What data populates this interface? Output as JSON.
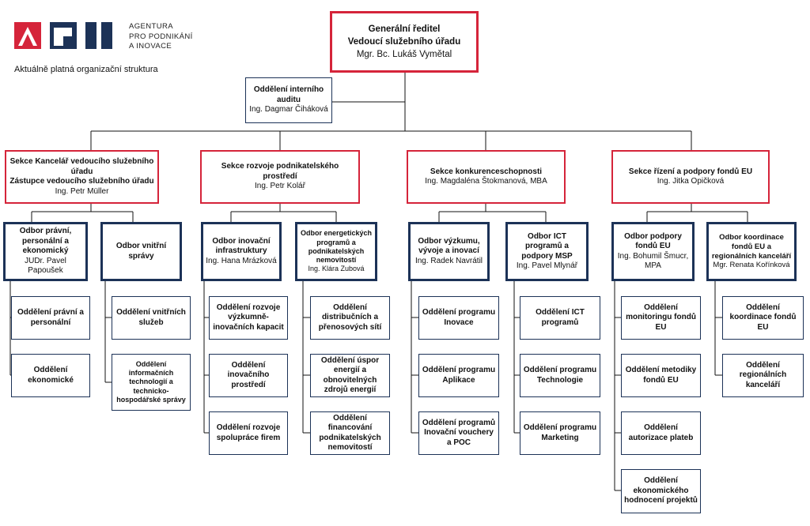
{
  "header": {
    "agency_lines": [
      "AGENTURA",
      "PRO PODNIKÁNÍ",
      "A INOVACE"
    ],
    "subtitle": "Aktuálně platná organizační struktura"
  },
  "colors": {
    "section_red": "#d5243a",
    "navy": "#1c3257"
  },
  "director": {
    "title": "Generální ředitel",
    "title2": "Vedoucí služebního úřadu",
    "person": "Mgr. Bc. Lukáš Vymětal"
  },
  "audit": {
    "title": "Oddělení interního auditu",
    "person": "Ing. Dagmar Čiháková"
  },
  "sections": [
    {
      "title": "Sekce Kancelář vedoucího služebního úřadu",
      "title2": "Zástupce vedoucího služebního úřadu",
      "person": "Ing. Petr Müller"
    },
    {
      "title": "Sekce rozvoje podnikatelského prostředí",
      "person": "Ing. Petr Kolář"
    },
    {
      "title": "Sekce konkurenceschopnosti",
      "person": "Ing. Magdaléna Štokmanová, MBA"
    },
    {
      "title": "Sekce řízení a podpory fondů EU",
      "person": "Ing. Jitka Opičková"
    }
  ],
  "departments": [
    {
      "title": "Odbor právní, personální a ekonomický",
      "person": "JUDr. Pavel Papoušek"
    },
    {
      "title": "Odbor vnitřní správy",
      "person": ""
    },
    {
      "title": "Odbor inovační infrastruktury",
      "person": "Ing. Hana Mrázková"
    },
    {
      "title": "Odbor energetických programů a podnikatelských nemovitostí",
      "person": "Ing. Klára Zubová"
    },
    {
      "title": "Odbor výzkumu, vývoje a inovací",
      "person": "Ing. Radek Navrátil"
    },
    {
      "title": "Odbor ICT programů a podpory MSP",
      "person": "Ing. Pavel Mlynář"
    },
    {
      "title": "Odbor podpory fondů EU",
      "person": "Ing. Bohumil Šmucr, MPA"
    },
    {
      "title": "Odbor koordinace fondů EU a regionálních kanceláří",
      "person": "Mgr. Renata Kořínková"
    }
  ],
  "units": {
    "d0": [
      "Oddělení právní a personální",
      "Oddělení ekonomické"
    ],
    "d1": [
      "Oddělení vnitřních služeb",
      "Oddělení informačních technologií a technicko-hospodářské správy"
    ],
    "d2": [
      "Oddělení rozvoje výzkumně-inovačních kapacit",
      "Oddělení inovačního prostředí",
      "Oddělení rozvoje spolupráce firem"
    ],
    "d3": [
      "Oddělení distribučních a přenosových sítí",
      "Oddělení úspor energií a obnovitelných zdrojů energií",
      "Oddělení financování podnikatelských nemovitostí"
    ],
    "d4": [
      "Oddělení programu Inovace",
      "Oddělení programu Aplikace",
      "Oddělení programů Inovační vouchery a POC"
    ],
    "d5": [
      "Oddělení ICT programů",
      "Oddělení programu Technologie",
      "Oddělení programu Marketing"
    ],
    "d6": [
      "Oddělení monitoringu fondů EU",
      "Oddělení metodiky fondů EU",
      "Oddělení autorizace plateb",
      "Oddělení ekonomického hodnocení projektů"
    ],
    "d7": [
      "Oddělení koordinace fondů EU",
      "Oddělení regionálních kanceláří"
    ]
  }
}
